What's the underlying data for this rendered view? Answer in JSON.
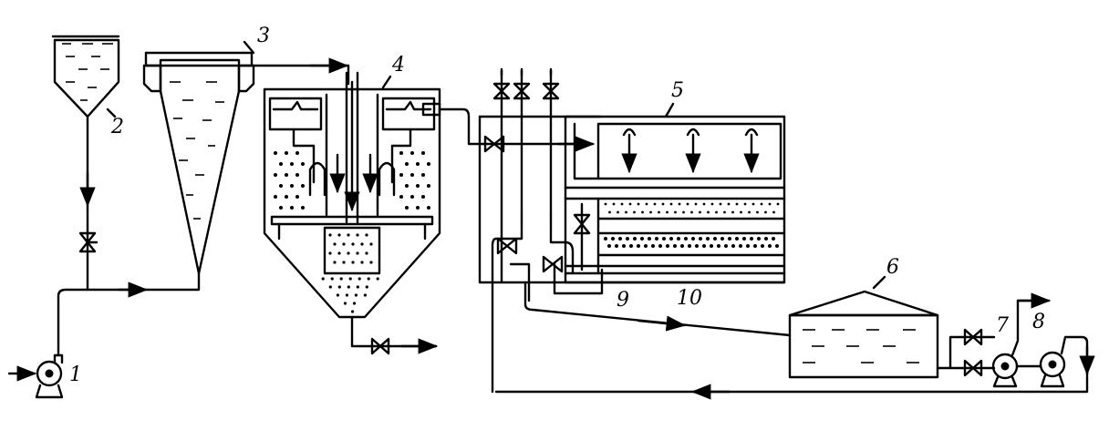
{
  "labels": {
    "pump_1": "1",
    "reagent_tank_2": "2",
    "mixer_3": "3",
    "clarifier_4": "4",
    "filter_5": "5",
    "reservoir_6": "6",
    "pump_7": "7",
    "pump_8": "8",
    "unit_9": "9",
    "pipe_10": "10"
  },
  "colors": {
    "ink": "#000000",
    "paper": "#ffffff"
  }
}
